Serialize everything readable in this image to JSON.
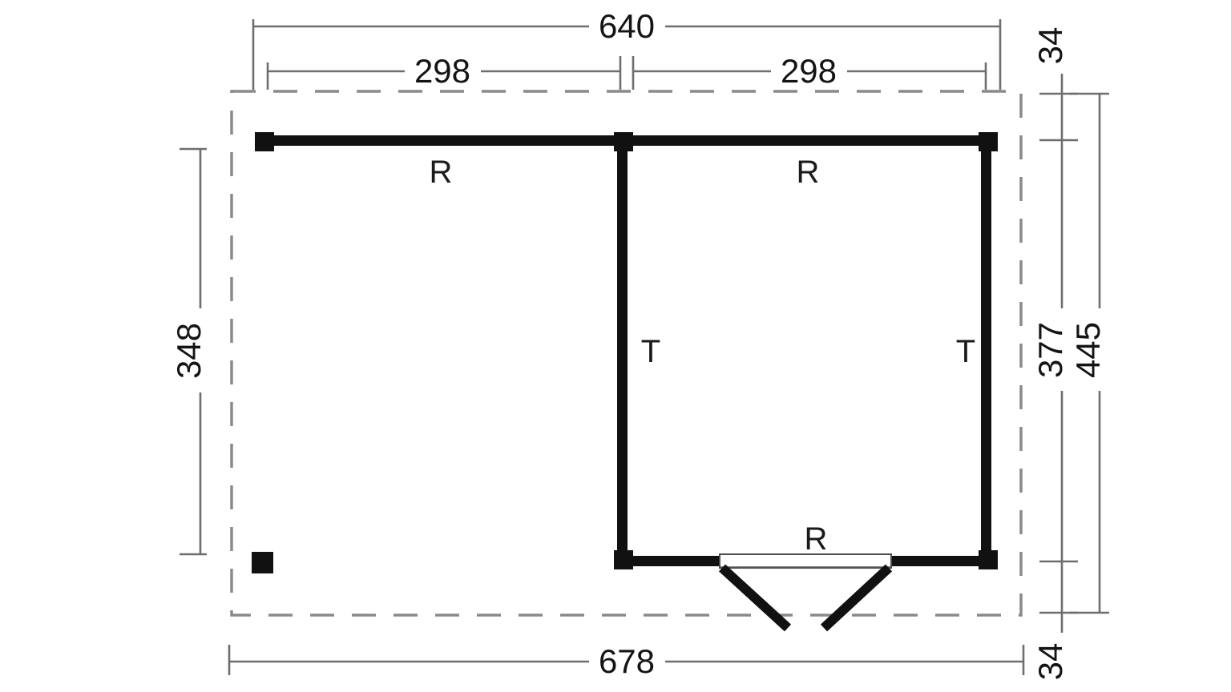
{
  "drawing": {
    "title": "Garden building floor plan",
    "type": "architectural-floor-plan",
    "units": "cm",
    "colors": {
      "wall": "#111111",
      "dimension_line": "#6e6e6e",
      "outline_dashed": "#8a8a8a",
      "text": "#141414",
      "background": "#ffffff"
    }
  },
  "dimensions": {
    "top_overall": "640",
    "top_left_bay": "298",
    "top_right_bay": "298",
    "bottom_overall": "678",
    "left_vertical": "348",
    "right_inner": "377",
    "right_outer": "445",
    "right_top_offset": "34",
    "right_bottom_offset": "34"
  },
  "labels": {
    "wall_top_left": "R",
    "wall_top_right": "R",
    "wall_middle_vertical": "T",
    "wall_right_vertical": "T",
    "wall_bottom_door": "R"
  },
  "elements": {
    "post_top_left": "corner-post",
    "post_top_middle": "t-junction-post",
    "post_top_right": "corner-post",
    "post_bottom_middle": "corner-post",
    "post_bottom_right": "corner-post",
    "post_free_standing": "free-standing-post",
    "door": "double-door-outward-swing",
    "roof_outline": "dashed-roof-overhang"
  }
}
